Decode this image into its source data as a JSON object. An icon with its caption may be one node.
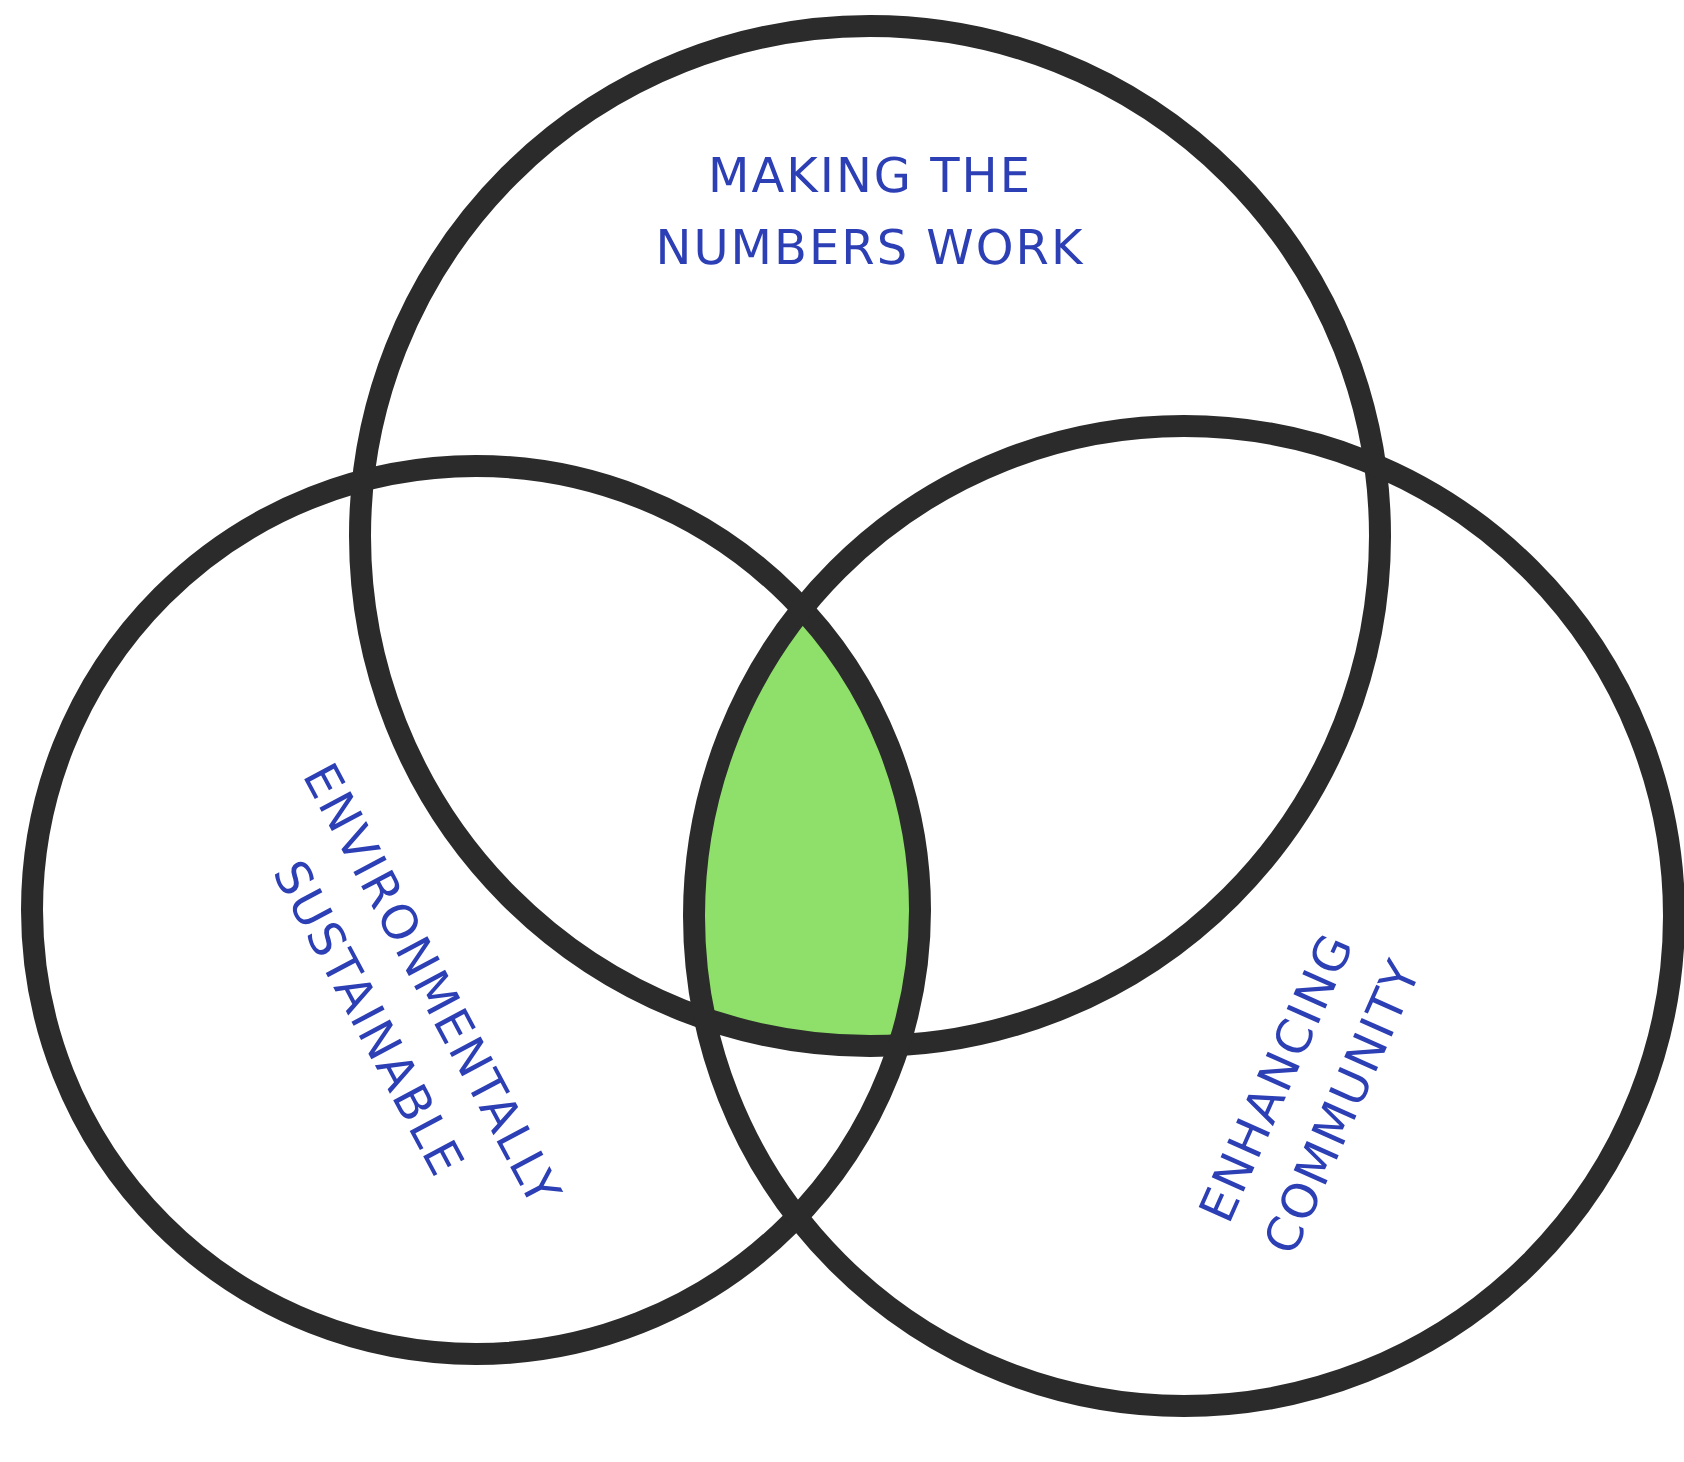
{
  "diagram": {
    "nodes": [
      {
        "text": [
          "MAKING THE NUMBERS WORK"
        ]
      },
      {
        "text": [
          "ENVIRONMENTALLY SUSTAINABLE"
        ]
      },
      {
        "text": [
          "ENHANCING COMMUNITY"
        ]
      },
      {
        "text": [],
        "shape": "region"
      }
    ]
  }
}
